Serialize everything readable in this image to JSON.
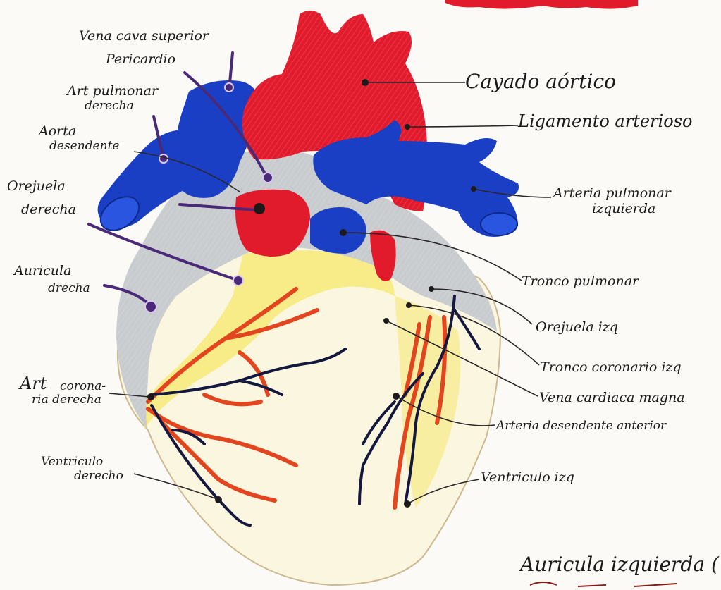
{
  "colors": {
    "aorta": "#e11a2c",
    "veins_pulmonary_artery": "#1a3fc4",
    "pericardium": "#c9cccf",
    "fat": "#f7ea7a",
    "ventricle": "#fbf6df",
    "coronary_artery": "#e3451f",
    "coronary_vein": "#14183e",
    "title": "#e11a2c"
  },
  "labels": {
    "vena_cava_superior": "Vena cava superior",
    "pericardio": "Pericardio",
    "art_pulmonar_derecha_1": "Art pulmonar",
    "art_pulmonar_derecha_2": "derecha",
    "aorta_descendente_1": "Aorta",
    "aorta_descendente_2": "desendente",
    "orejuela_derecha_1": "Orejuela",
    "orejuela_derecha_2": "derecha",
    "auricula_derecha_1": "Auricula",
    "auricula_derecha_2": "drecha",
    "art_coronaria_derecha_1": "Art",
    "art_coronaria_derecha_2": "corona-",
    "art_coronaria_derecha_3": "ria derecha",
    "ventriculo_derecho_1": "Ventriculo",
    "ventriculo_derecho_2": "derecho",
    "cayado_aortico": "Cayado aórtico",
    "ligamento_arterioso": "Ligamento arterioso",
    "arteria_pulmonar_izquierda_1": "Arteria pulmonar",
    "arteria_pulmonar_izquierda_2": "izquierda",
    "tronco_pulmonar": "Tronco pulmonar",
    "orejuela_izq": "Orejuela izq",
    "tronco_coronario_izq": "Tronco coronario izq",
    "vena_cardiaca_magna": "Vena cardiaca magna",
    "arteria_descendente_anterior": "Arteria desendente anterior",
    "ventriculo_izq": "Ventriculo izq",
    "auricula_izquierda_partial": "Auricula izquierda ("
  }
}
